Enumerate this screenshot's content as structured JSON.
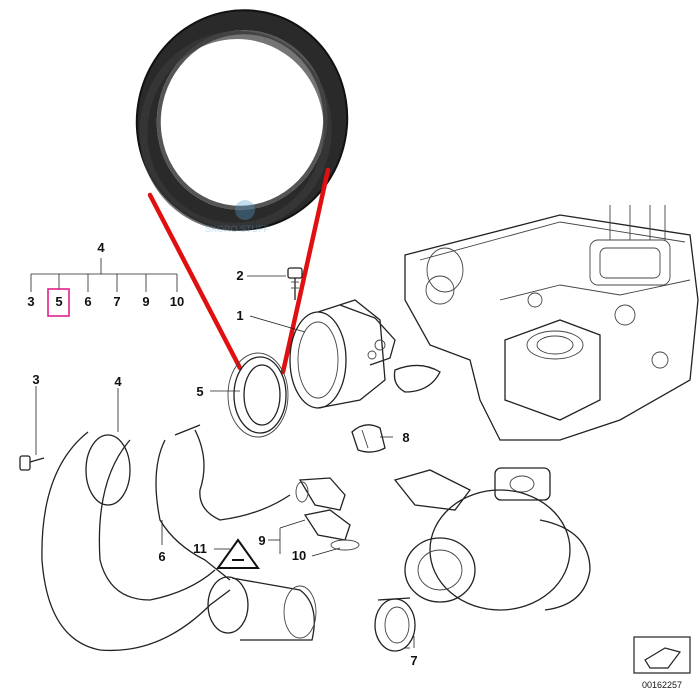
{
  "callouts": {
    "c1": "1",
    "c2": "2",
    "c3_top": "3",
    "c3_left": "3",
    "c4_top": "4",
    "c4_left": "4",
    "c5_top": "5",
    "c5_mid": "5",
    "c6_top": "6",
    "c6_mid": "6",
    "c7_top": "7",
    "c7_bottom": "7",
    "c8": "8",
    "c9_top": "9",
    "c9_mid": "9",
    "c10_top": "10",
    "c10_mid": "10",
    "c11": "11"
  },
  "highlight_color": "#e0208a",
  "zoom_line_color": "#e01010",
  "watermark": "SKORO STUFF",
  "diagram_number": "00162257",
  "icons": [
    "seal-ring-zoom",
    "throttle-housing",
    "charge-air-hose",
    "turbocharger",
    "engine-cylinder-head",
    "bracket-clip",
    "vacuum-fitting",
    "warning-triangle-label",
    "bolt"
  ]
}
